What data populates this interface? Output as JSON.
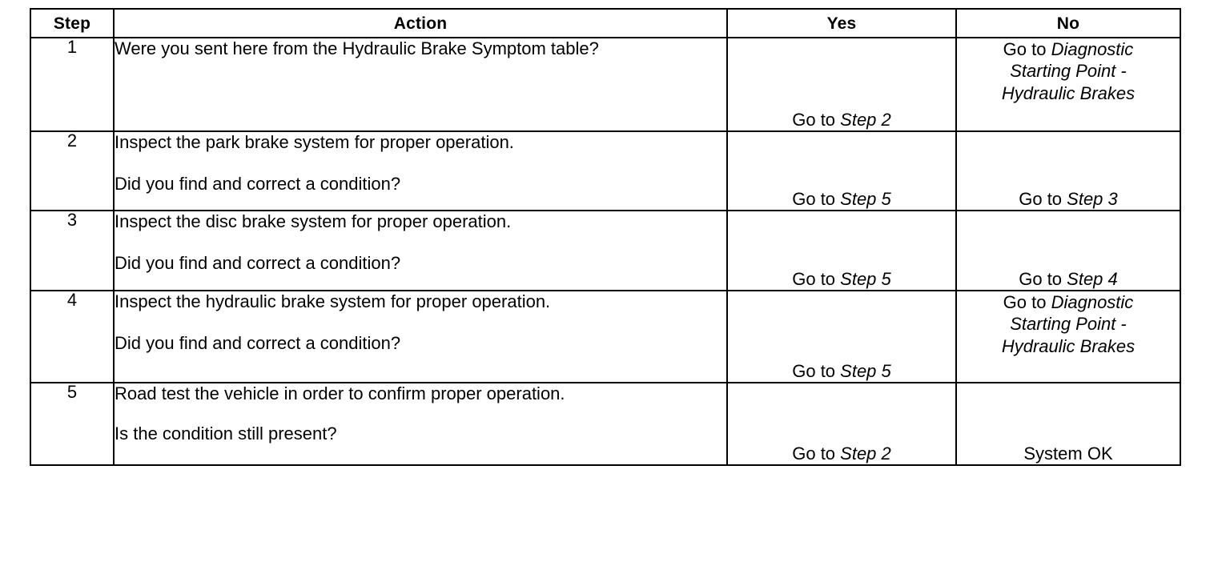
{
  "table": {
    "headers": {
      "step": "Step",
      "action": "Action",
      "yes": "Yes",
      "no": "No"
    },
    "rows": [
      {
        "step": "1",
        "action_line1": "Were you sent here from the Hydraulic Brake Symptom table?",
        "action_line2": "",
        "yes": {
          "lines": [
            {
              "plain": "Go to ",
              "italic": "Step 2"
            }
          ],
          "align": "bottom"
        },
        "no": {
          "lines": [
            {
              "plain": "Go to ",
              "italic": "Diagnostic"
            },
            {
              "plain": "",
              "italic": "Starting Point -"
            },
            {
              "plain": "",
              "italic": "Hydraulic Brakes"
            }
          ],
          "align": "top"
        }
      },
      {
        "step": "2",
        "action_line1": "Inspect the park brake system for proper operation.",
        "action_line2": "Did you find and correct a condition?",
        "yes": {
          "lines": [
            {
              "plain": "Go to ",
              "italic": "Step 5"
            }
          ],
          "align": "bottom"
        },
        "no": {
          "lines": [
            {
              "plain": "Go to ",
              "italic": "Step 3"
            }
          ],
          "align": "bottom"
        }
      },
      {
        "step": "3",
        "action_line1": "Inspect the disc brake system for proper operation.",
        "action_line2": "Did you find and correct a condition?",
        "yes": {
          "lines": [
            {
              "plain": "Go to ",
              "italic": "Step 5"
            }
          ],
          "align": "bottom"
        },
        "no": {
          "lines": [
            {
              "plain": "Go to ",
              "italic": "Step 4"
            }
          ],
          "align": "bottom"
        }
      },
      {
        "step": "4",
        "action_line1": "Inspect the hydraulic brake system for proper operation.",
        "action_line2": "Did you find and correct a condition?",
        "yes": {
          "lines": [
            {
              "plain": "Go to ",
              "italic": "Step 5"
            }
          ],
          "align": "bottom"
        },
        "no": {
          "lines": [
            {
              "plain": "Go to ",
              "italic": "Diagnostic"
            },
            {
              "plain": "",
              "italic": "Starting Point -"
            },
            {
              "plain": "",
              "italic": "Hydraulic Brakes"
            }
          ],
          "align": "top"
        }
      },
      {
        "step": "5",
        "action_line1": "Road test the vehicle in order to confirm proper operation.",
        "action_line2": "Is the condition still present?",
        "yes": {
          "lines": [
            {
              "plain": "Go to ",
              "italic": "Step 2"
            }
          ],
          "align": "bottom"
        },
        "no": {
          "lines": [
            {
              "plain": "System OK",
              "italic": ""
            }
          ],
          "align": "bottom"
        }
      }
    ]
  }
}
